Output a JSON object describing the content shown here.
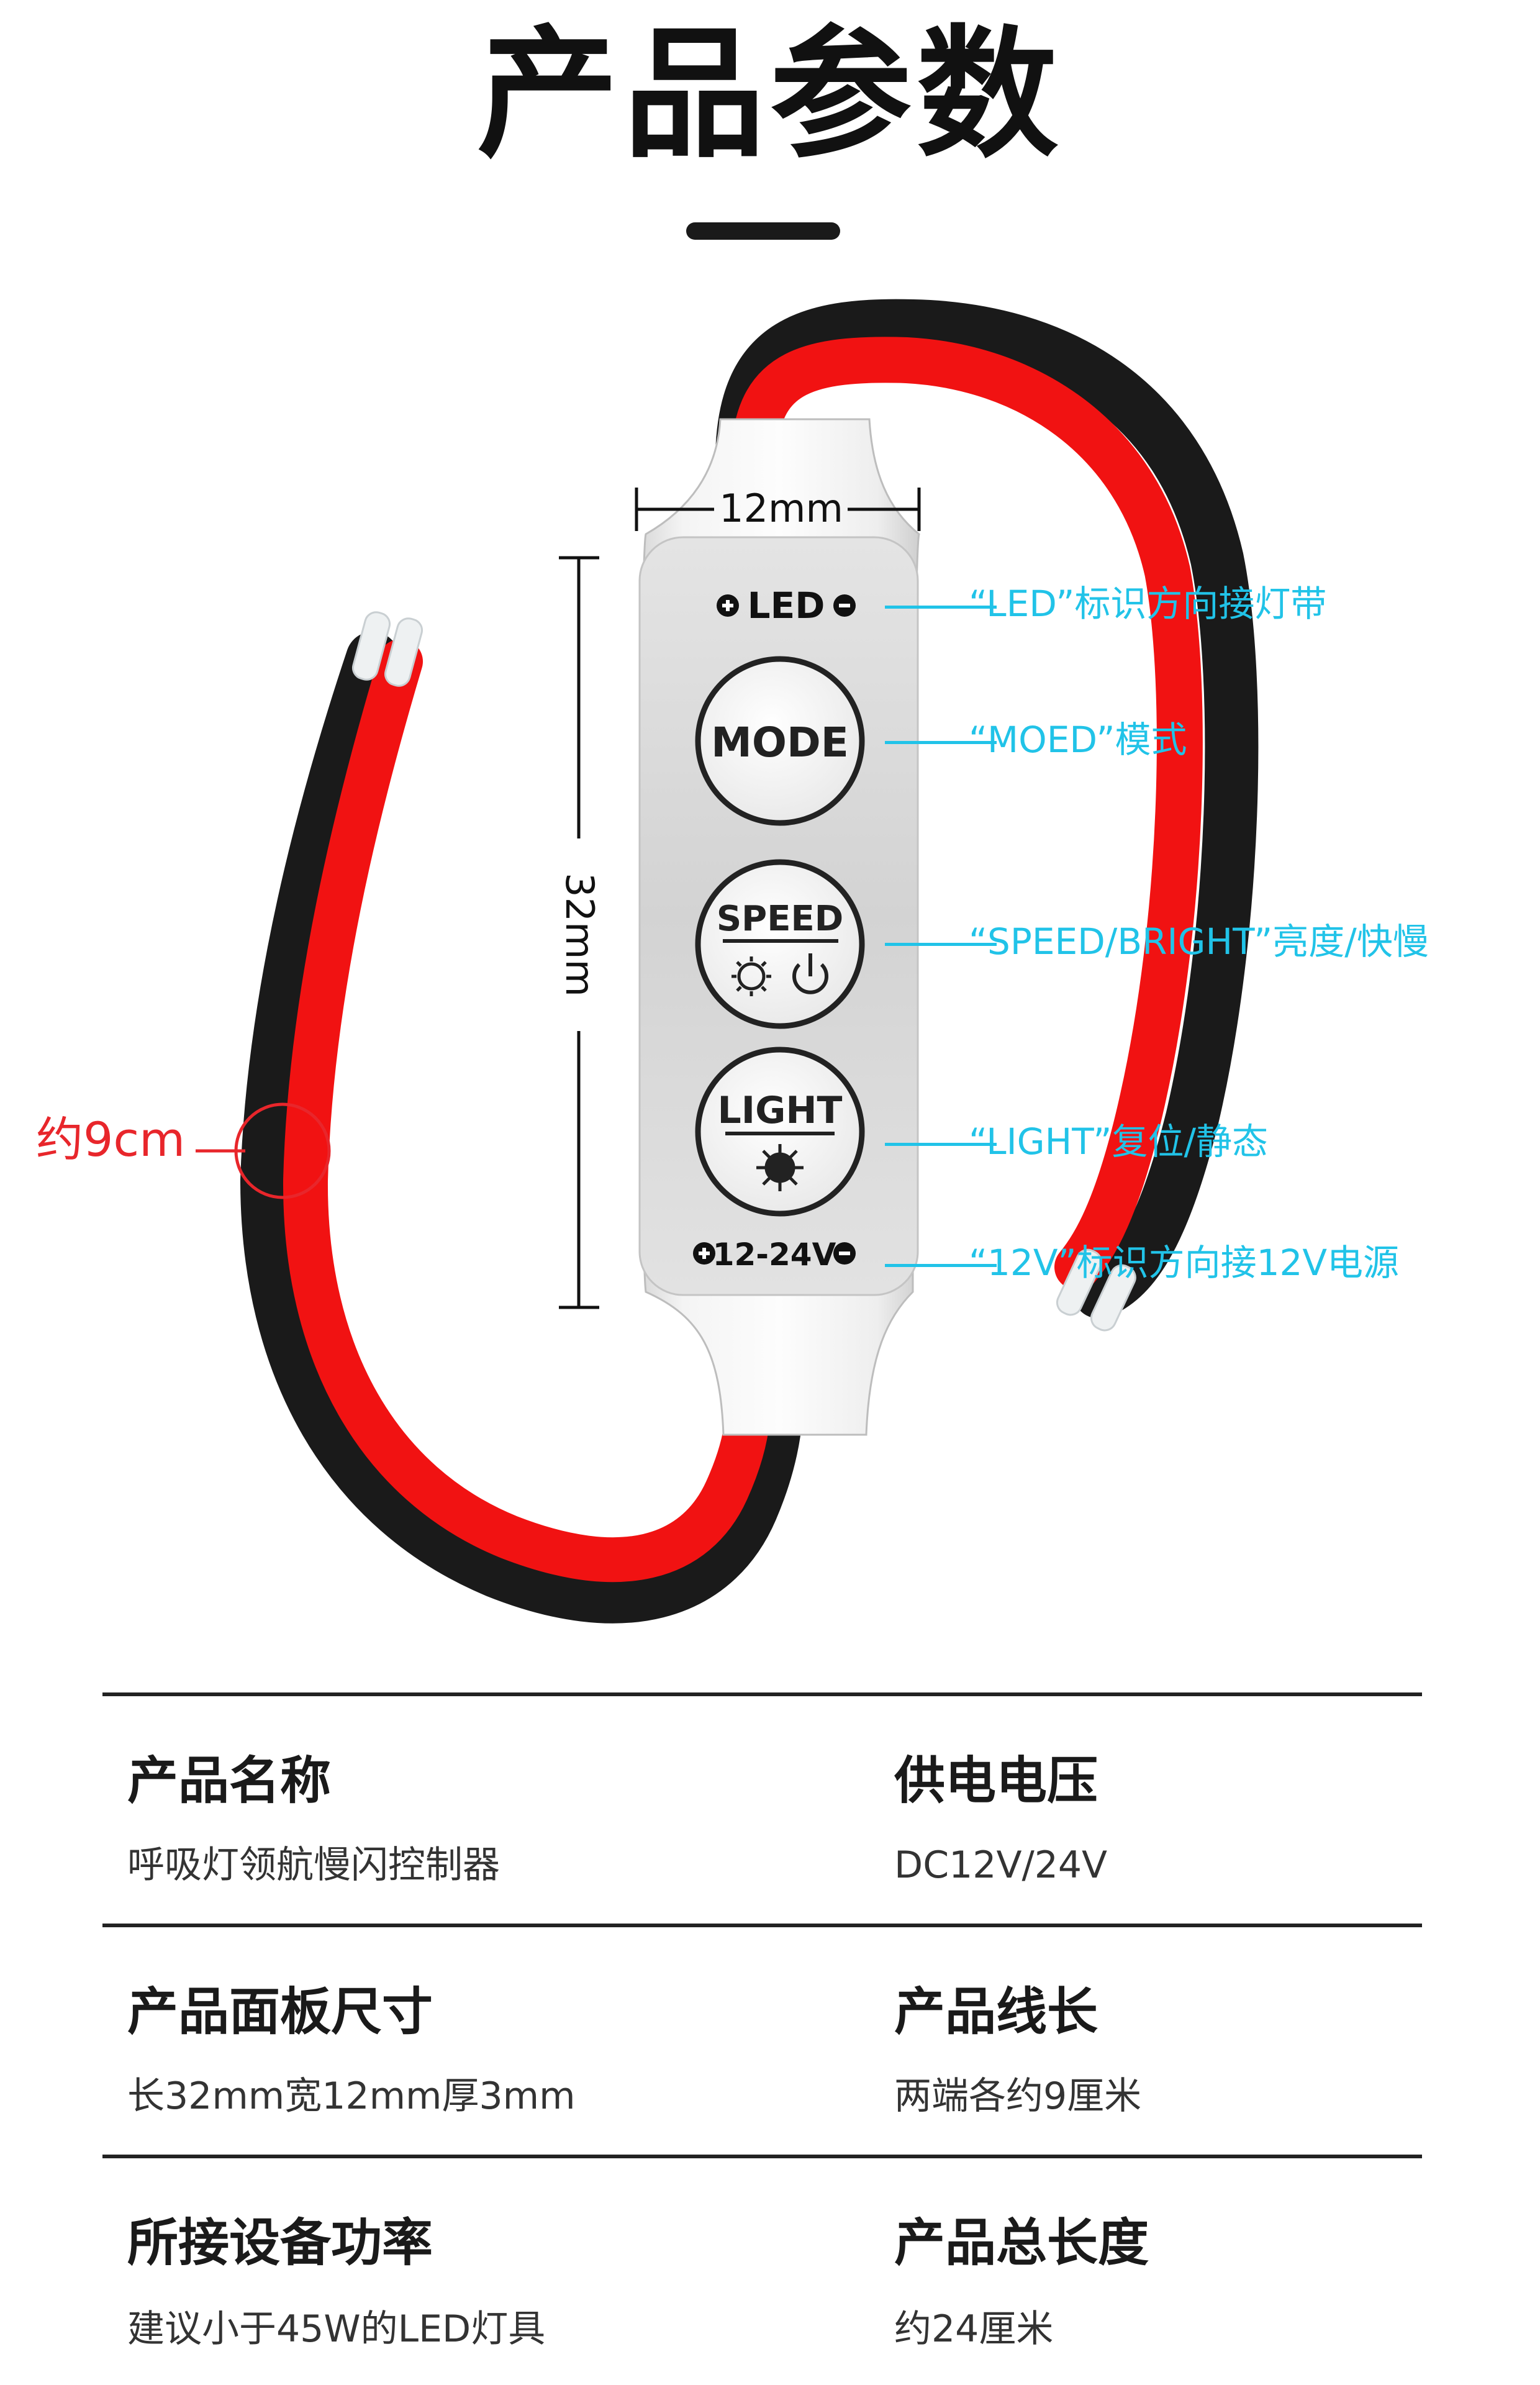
{
  "header": {
    "title": "产品参数"
  },
  "product": {
    "width_label": "12mm",
    "height_label": "32mm",
    "length_label": "约9cm",
    "buttons": {
      "top_mark": "LED",
      "mode": "MODE",
      "speed": "SPEED",
      "light": "LIGHT",
      "bottom_mark": "12-24V"
    },
    "colors": {
      "wire_red": "#f11212",
      "wire_black": "#1a1a1a",
      "accent": "#21c3e8"
    }
  },
  "callouts": [
    "“LED”标识方向接灯带",
    "“MOED”模式",
    "“SPEED/BRIGHT”亮度/快慢",
    "“LIGHT”复位/静态",
    "“12V”标识方向接12V电源"
  ],
  "specs": [
    {
      "title": "产品名称",
      "value": "呼吸灯领航慢闪控制器"
    },
    {
      "title": "供电电压",
      "value": "DC12V/24V"
    },
    {
      "title": "产品面板尺寸",
      "value": "长32mm宽12mm厚3mm"
    },
    {
      "title": "产品线长",
      "value": "两端各约9厘米"
    },
    {
      "title": "所接设备功率",
      "value": "建议小于45W的LED灯具"
    },
    {
      "title": "产品总长度",
      "value": "约24厘米"
    }
  ]
}
